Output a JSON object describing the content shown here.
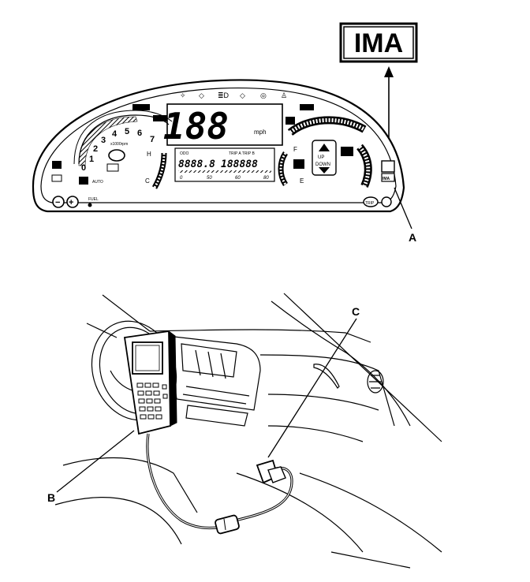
{
  "ima_label": "IMA",
  "callouts": {
    "a": "A",
    "b": "B",
    "c": "C"
  },
  "cluster": {
    "speed_digits": "188",
    "speed_unit": "mph",
    "tach_numbers": [
      "1",
      "2",
      "3",
      "4",
      "5",
      "6",
      "7"
    ],
    "tach_zero": "0",
    "tach_unit": "x1000rpm",
    "odo_label": "ODO",
    "trip_label": "TRIP A TRIP B",
    "odo_digits": "188888",
    "trip_digits": "8888.8",
    "bar_scale": [
      "0",
      "50",
      "60",
      "80"
    ],
    "fuel_f": "F",
    "fuel_e": "E",
    "temp_h": "H",
    "temp_c": "C",
    "shift_up": "UP",
    "shift_down": "DOWN",
    "ima_lamp": "IMA",
    "fuel_label": "FUEL",
    "trip_button": "TRIP"
  }
}
